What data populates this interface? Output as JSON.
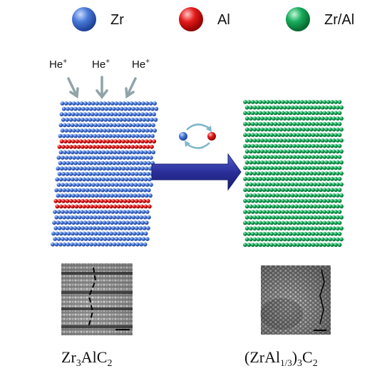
{
  "legend": {
    "items": [
      {
        "label": "Zr",
        "color": "#3a66c8"
      },
      {
        "label": "Al",
        "color": "#e01010"
      },
      {
        "label": "Zr/Al",
        "color": "#12a355"
      }
    ]
  },
  "irradiation": {
    "ion_label": "He",
    "ion_charge": "+",
    "arrow_count": 3
  },
  "left_structure": {
    "name": "Zr3AlC2",
    "formula_parts": [
      "Zr",
      "3",
      "AlC",
      "2"
    ],
    "layer_sequence": [
      "Zr",
      "Zr",
      "Zr",
      "Zr",
      "Zr",
      "Zr",
      "Zr",
      "Al",
      "Al",
      "Zr",
      "Zr",
      "Zr",
      "Zr",
      "Zr",
      "Zr",
      "Zr",
      "Zr",
      "Zr",
      "Al",
      "Al",
      "Zr",
      "Zr",
      "Zr",
      "Zr",
      "Zr",
      "Zr",
      "Zr"
    ]
  },
  "right_structure": {
    "name": "(ZrAl1/3)3C2",
    "formula_parts": [
      "(ZrAl",
      "1/3",
      ")",
      "3",
      "C",
      "2"
    ],
    "layer_count": 27,
    "atom_type": "Zr/Al"
  },
  "colors": {
    "zr": "#3a66c8",
    "al": "#e01010",
    "mixed": "#12a355",
    "ion_arrow": "#8fa4a8",
    "transform_arrow": "#2a2f9a",
    "exchange_arrow": "#7fb7cc"
  }
}
